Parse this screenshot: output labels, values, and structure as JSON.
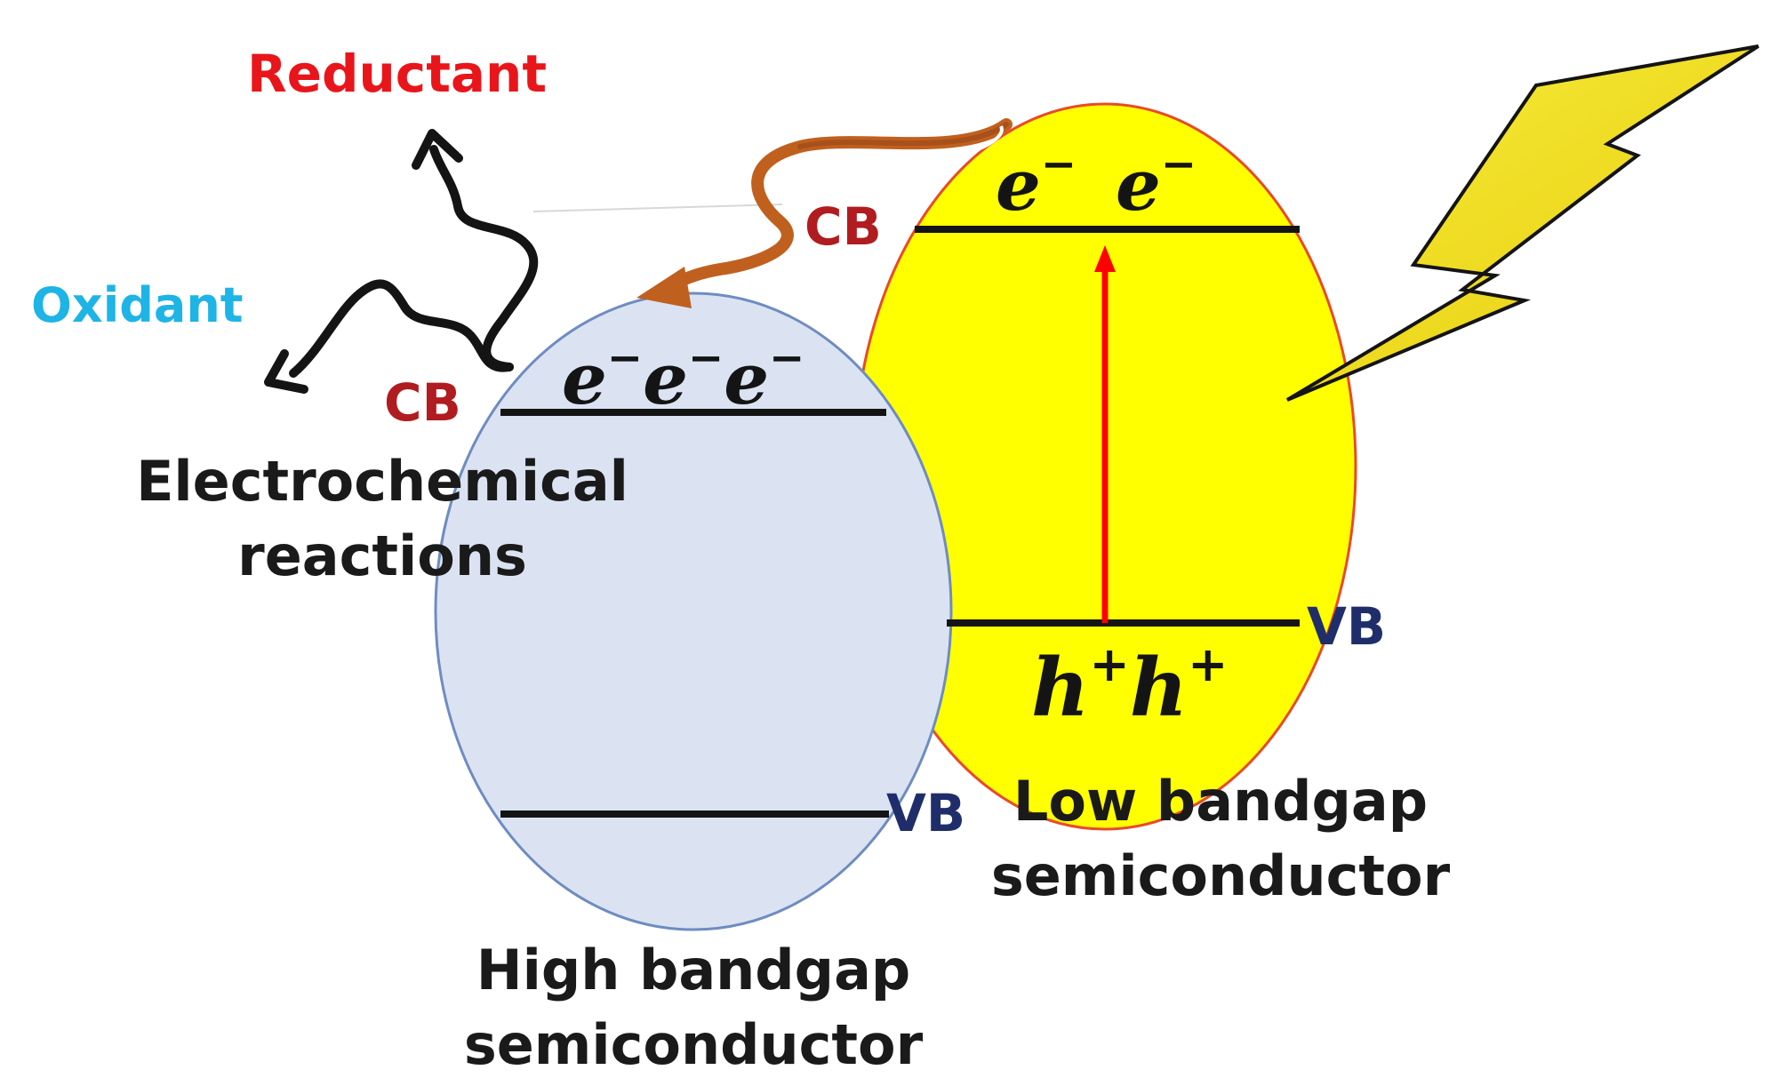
{
  "labels": {
    "reductant": "Reductant",
    "oxidant": "Oxidant",
    "cb_high": "CB",
    "cb_low": "CB",
    "vb_high": "VB",
    "vb_low": "VB",
    "electrochemical_line1": "Electrochemical",
    "electrochemical_line2": "reactions",
    "high_bandgap_line1": "High bandgap",
    "high_bandgap_line2": "semiconductor",
    "low_bandgap_line1": "Low bandgap",
    "low_bandgap_line2": "semiconductor"
  },
  "electrons_high": [
    "e",
    "e",
    "e"
  ],
  "electrons_low": [
    "e",
    "e"
  ],
  "holes_low": [
    "h",
    "h"
  ],
  "charges": {
    "electron": "−",
    "hole": "+"
  },
  "colors": {
    "reductant": "#e8161b",
    "oxidant": "#1eb4e6",
    "cb": "#b01c20",
    "vb": "#1f2e6b",
    "high_bandgap_fill": "#dbe3f3",
    "high_bandgap_stroke": "#6f8cc0",
    "low_bandgap_fill": "#ffff00",
    "low_bandgap_stroke": "#e84a2b",
    "excitation_arrow": "#ff0000",
    "transfer_arrow": "#c0601f",
    "lightning": "#f2e218"
  }
}
